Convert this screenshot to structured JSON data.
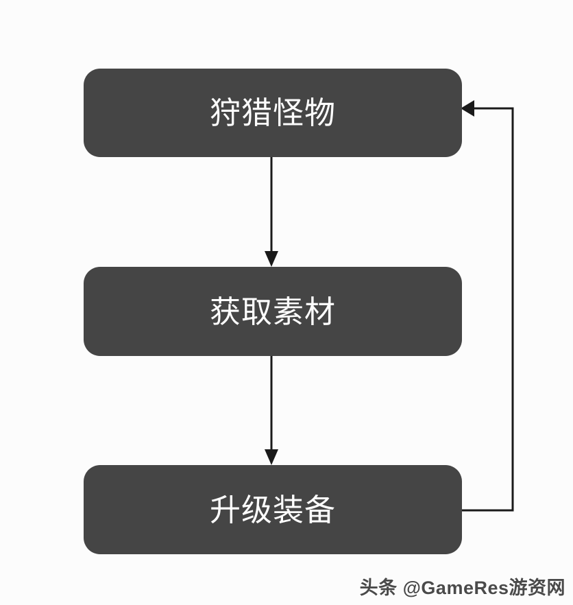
{
  "diagram": {
    "title": "",
    "type": "flowchart-cycle",
    "background_color": "#fcfcfc",
    "node_fill_color": "#454545",
    "node_text_color": "#fdfdfd",
    "connector_color": "#1a1a1a",
    "nodes": [
      {
        "id": "hunt",
        "label": "狩猎怪物"
      },
      {
        "id": "gather",
        "label": "获取素材"
      },
      {
        "id": "upgrade",
        "label": "升级装备"
      }
    ],
    "edges": [
      {
        "id": "hunt-to-gather",
        "from": "hunt",
        "to": "gather",
        "label": "",
        "style": "straight-down"
      },
      {
        "id": "gather-to-upgrade",
        "from": "gather",
        "to": "upgrade",
        "label": "",
        "style": "straight-down"
      },
      {
        "id": "upgrade-to-hunt",
        "from": "upgrade",
        "to": "hunt",
        "label": "",
        "style": "loop-right"
      }
    ]
  },
  "watermark": {
    "text": "头条 @GameRes游资网"
  }
}
